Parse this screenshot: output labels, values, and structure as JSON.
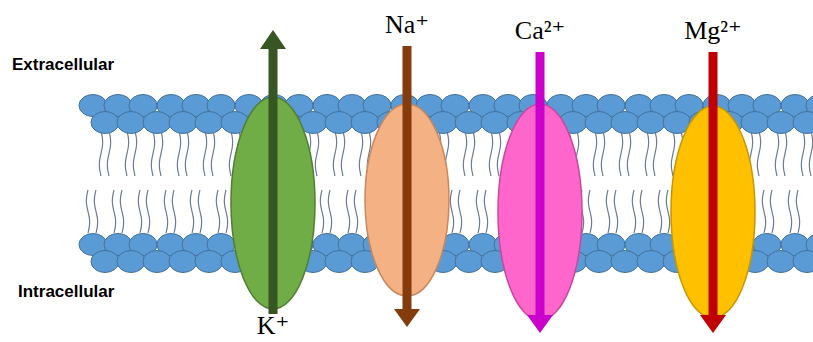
{
  "diagram": {
    "labels": [
      "Extracellular",
      "Intracellular",
      "K⁺",
      "Na⁺",
      "Ca²⁺",
      "Mg²⁺"
    ]
  }
}
